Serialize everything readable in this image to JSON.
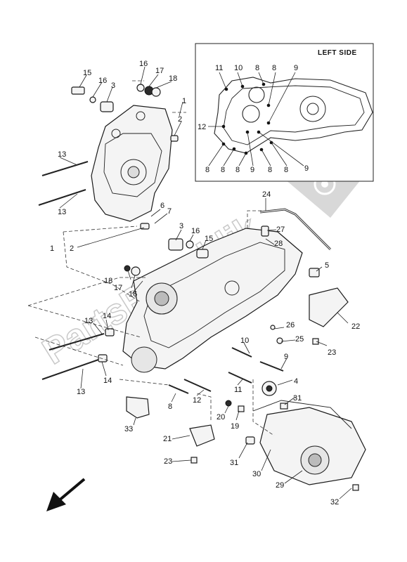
{
  "diagram": {
    "inset_title": "LEFT SIDE",
    "watermark": "PartsRepublik",
    "callouts": {
      "c1a": "1",
      "c1b": "1",
      "c2a": "2",
      "c2b": "2",
      "c3a": "3",
      "c3b": "3",
      "c5": "5",
      "c6": "6",
      "c7": "7",
      "c8a": "8",
      "c9a": "9",
      "c10a": "10",
      "c11a": "11",
      "c12a": "12",
      "c13a": "13",
      "c13b": "13",
      "c13c": "13",
      "c13d": "13",
      "c14a": "14",
      "c14b": "14",
      "c15a": "15",
      "c15b": "15",
      "c16a": "16",
      "c16b": "16",
      "c16c": "16",
      "c16d": "16",
      "c17a": "17",
      "c17b": "17",
      "c18a": "18",
      "c18b": "18",
      "c19": "19",
      "c20": "20",
      "c21": "21",
      "c22": "22",
      "c23a": "23",
      "c23b": "23",
      "c24": "24",
      "c25": "25",
      "c26": "26",
      "c27": "27",
      "c28": "28",
      "c29": "29",
      "c30": "30",
      "c31a": "31",
      "c31b": "31",
      "c32": "32",
      "c33": "33",
      "c4": "4"
    },
    "inset_callouts": {
      "i11": "11",
      "i10": "10",
      "i8a": "8",
      "i8b": "8",
      "i9a": "9",
      "i12": "12",
      "i8c": "8",
      "i8d": "8",
      "i8e": "8",
      "i9b": "9",
      "i8f": "8",
      "i8g": "8",
      "i9c": "9"
    }
  }
}
